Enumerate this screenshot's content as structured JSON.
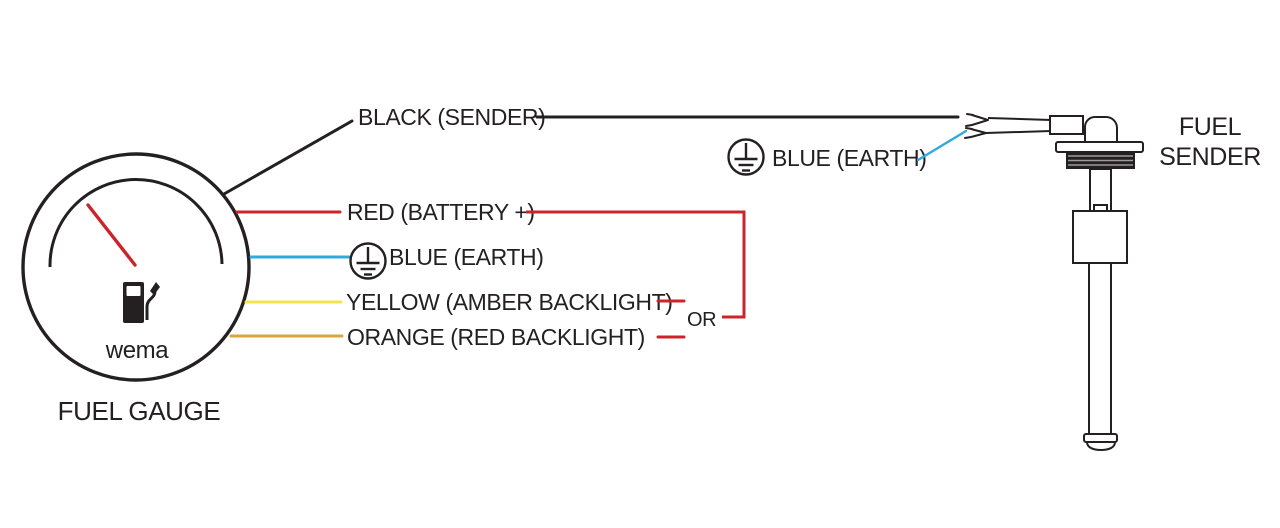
{
  "colors": {
    "ink": "#242021",
    "red": "#cb252c",
    "blue": "#2fa9e0",
    "yellow": "#f2e44a",
    "orange": "#d9a63e"
  },
  "gauge": {
    "brand": "wema",
    "caption": "FUEL GAUGE"
  },
  "wires": {
    "black": {
      "label": "BLACK (SENDER)"
    },
    "red": {
      "label": "RED (BATTERY +)"
    },
    "blue": {
      "label": "BLUE (EARTH)"
    },
    "yellow": {
      "label": "YELLOW (AMBER BACKLIGHT)"
    },
    "orange": {
      "label": "ORANGE (RED BACKLIGHT)"
    },
    "or_connector": "OR"
  },
  "sender": {
    "earth_label": "BLUE (EARTH)",
    "caption_line1": "FUEL",
    "caption_line2": "SENDER"
  }
}
